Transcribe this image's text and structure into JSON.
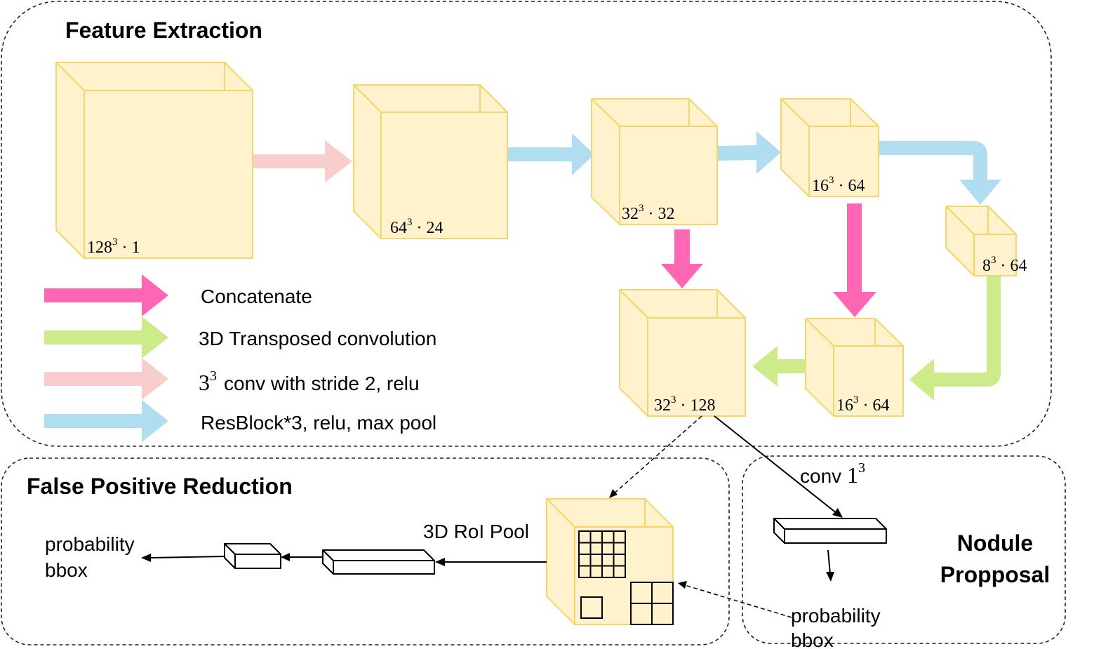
{
  "sections": {
    "feature_extraction": "Feature Extraction",
    "false_positive": "False Positive Reduction",
    "nodule_proposal_line1": "Nodule",
    "nodule_proposal_line2": "Propposal"
  },
  "cubes": [
    {
      "base": "128",
      "exp": "3",
      "rest": " · 1"
    },
    {
      "base": "64",
      "exp": "3",
      "rest": " · 24"
    },
    {
      "base": "32",
      "exp": "3",
      "rest": " · 32"
    },
    {
      "base": "16",
      "exp": "3",
      "rest": " · 64"
    },
    {
      "base": "8",
      "exp": "3",
      "rest": " · 64"
    },
    {
      "base": "32",
      "exp": "3",
      "rest": " · 128"
    },
    {
      "base": "16",
      "exp": "3",
      "rest": " · 64"
    }
  ],
  "legend": {
    "concatenate": "Concatenate",
    "transposed": "3D Transposed convolution",
    "conv_base": "3",
    "conv_exp": "3",
    "conv_rest": "conv with stride 2, relu",
    "resblock": "ResBlock*3, relu, max pool"
  },
  "labels": {
    "conv_prefix": "conv ",
    "conv_base": "1",
    "conv_exp": "3",
    "roi_pool": "3D RoI Pool",
    "prob1": "probability",
    "bbox1": "bbox",
    "prob2": "probability",
    "bbox2": "bbox"
  },
  "colors": {
    "cube_fill": "#fff2cc",
    "cube_stroke": "#f5d66a",
    "concatenate": "#ff66b3",
    "transposed": "#cdeb8b",
    "conv_stride": "#f8cecc",
    "resblock": "#b1ddf0"
  }
}
